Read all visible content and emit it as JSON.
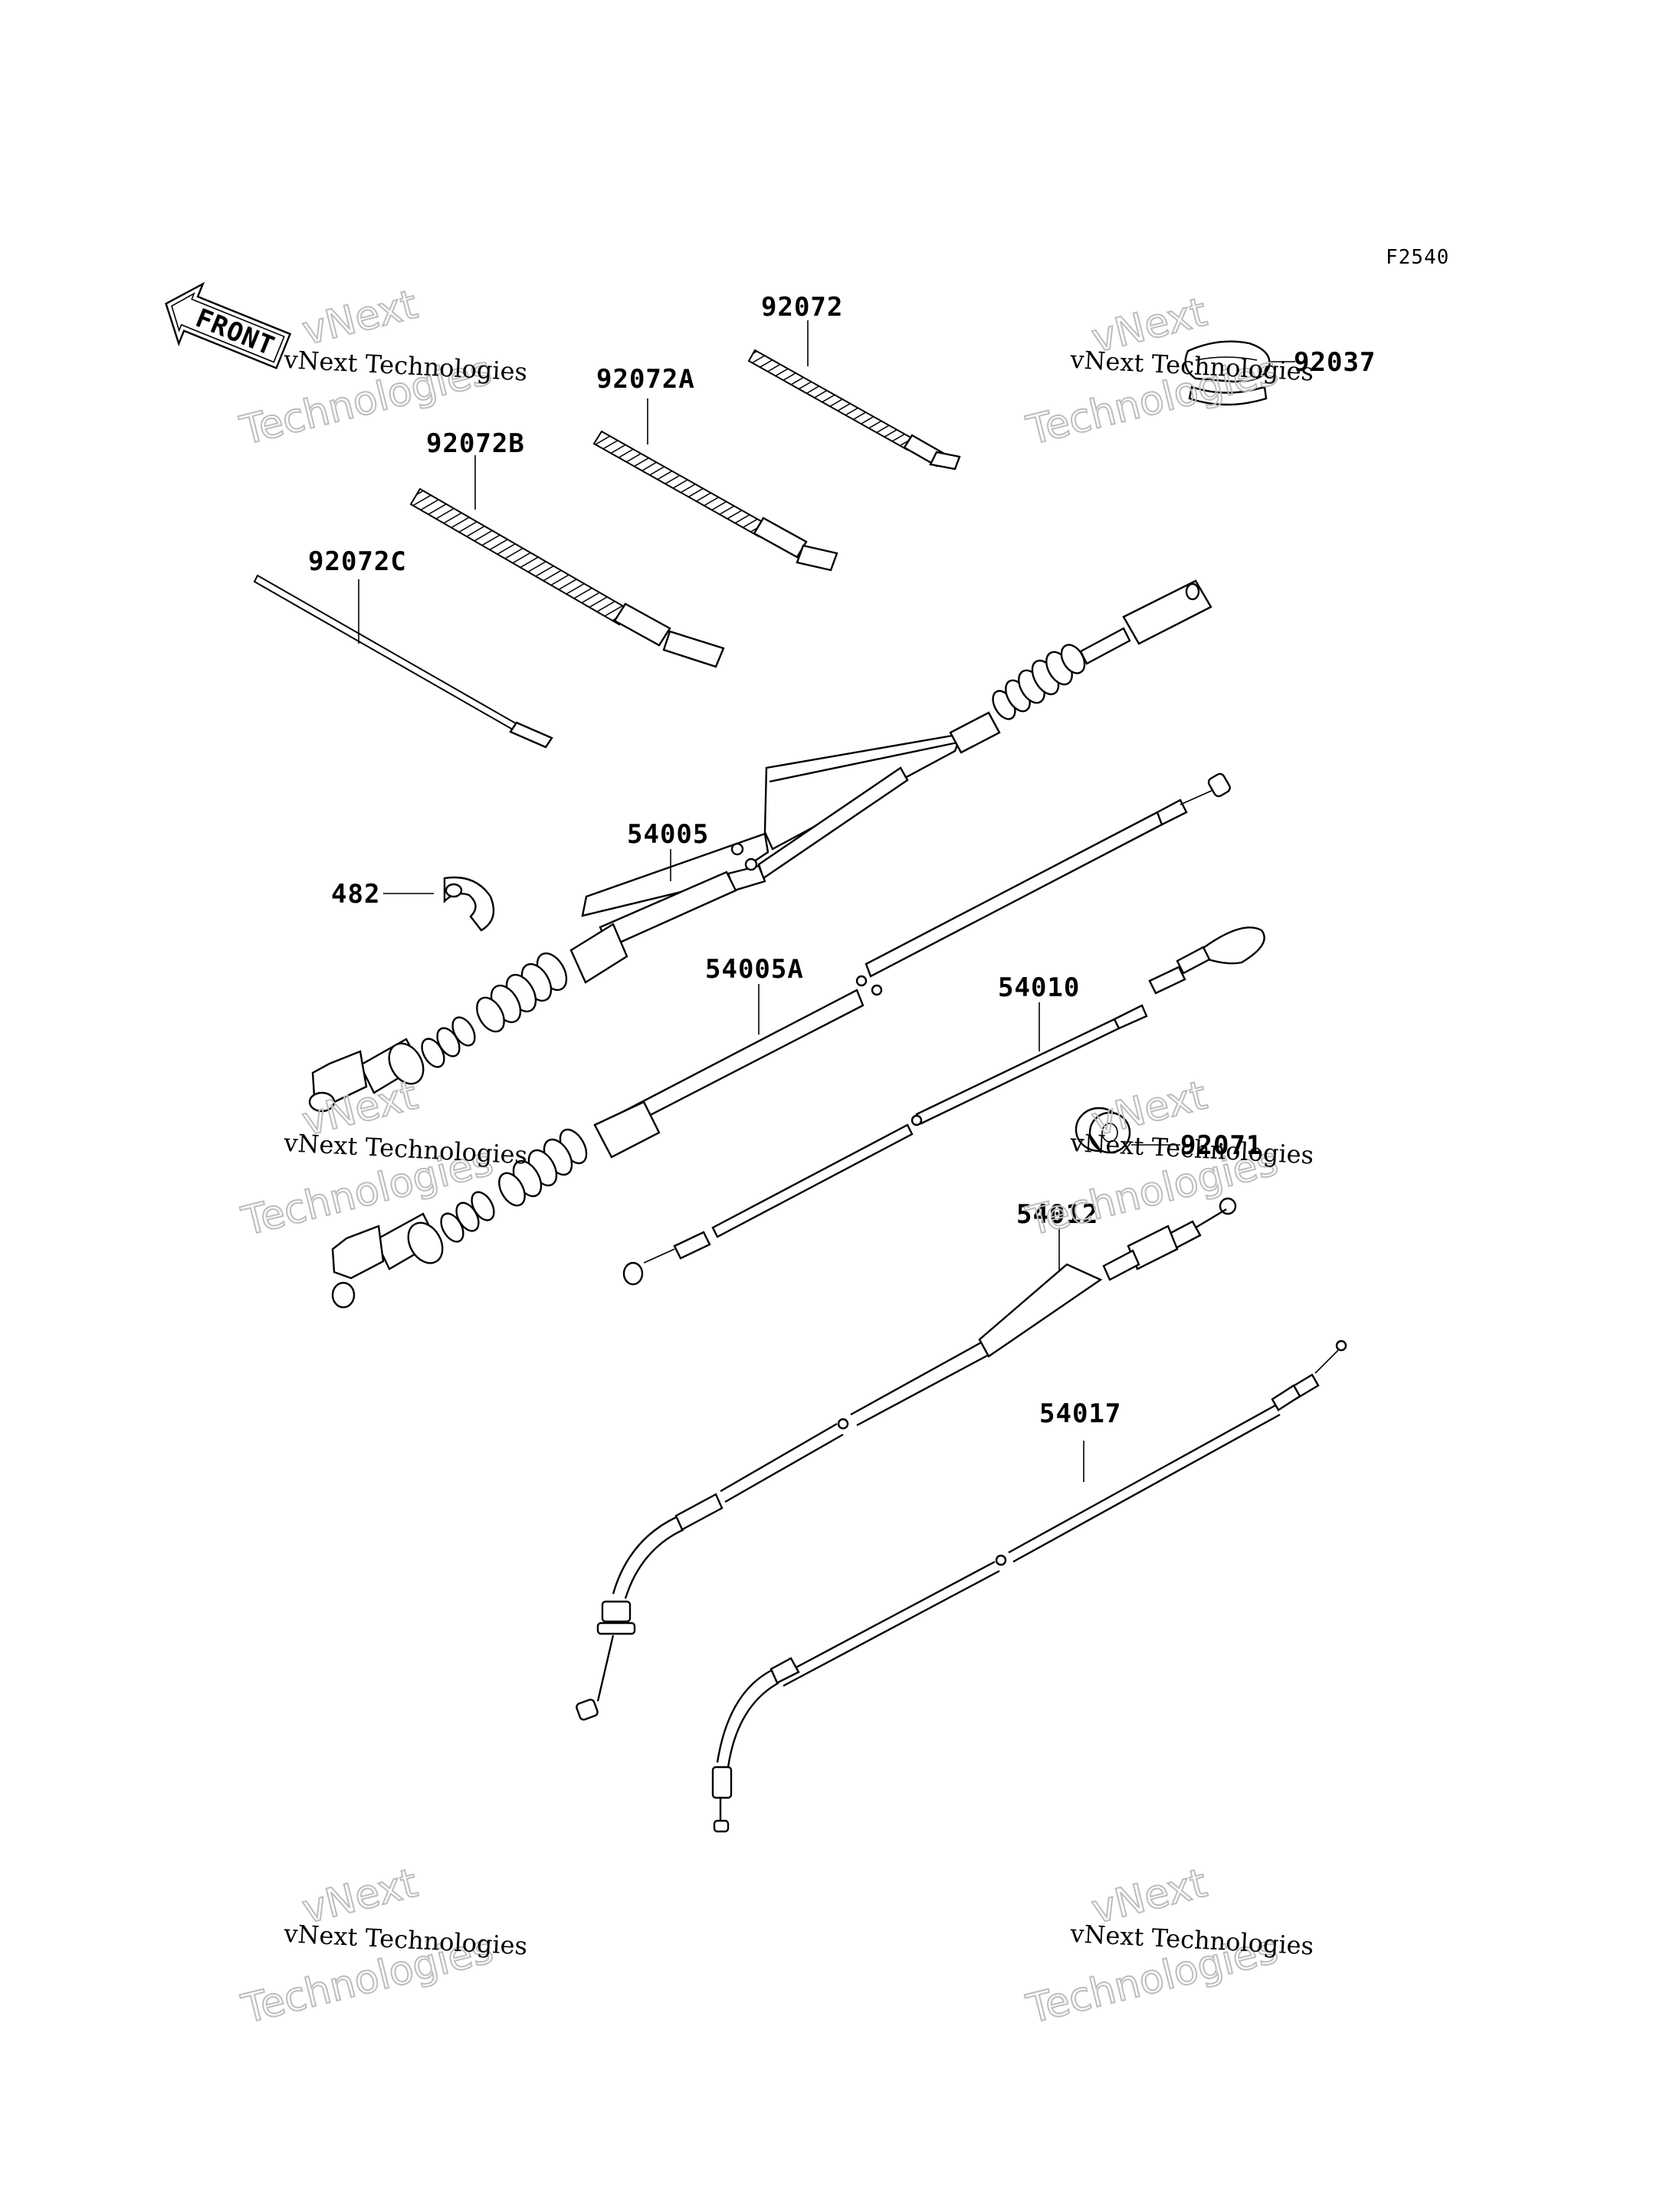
{
  "figure_code": "F2540",
  "front_arrow_label": "FRONT",
  "watermark": {
    "line1": "vNext Technologies",
    "line2a": "vNext",
    "line2b": "Technologies"
  },
  "parts": [
    {
      "id": "92072",
      "label": "92072"
    },
    {
      "id": "92072A",
      "label": "92072A"
    },
    {
      "id": "92072B",
      "label": "92072B"
    },
    {
      "id": "92072C",
      "label": "92072C"
    },
    {
      "id": "92037",
      "label": "92037"
    },
    {
      "id": "54005",
      "label": "54005"
    },
    {
      "id": "482",
      "label": "482"
    },
    {
      "id": "54005A",
      "label": "54005A"
    },
    {
      "id": "54010",
      "label": "54010"
    },
    {
      "id": "92071",
      "label": "92071"
    },
    {
      "id": "54012",
      "label": "54012"
    },
    {
      "id": "54017",
      "label": "54017"
    }
  ]
}
